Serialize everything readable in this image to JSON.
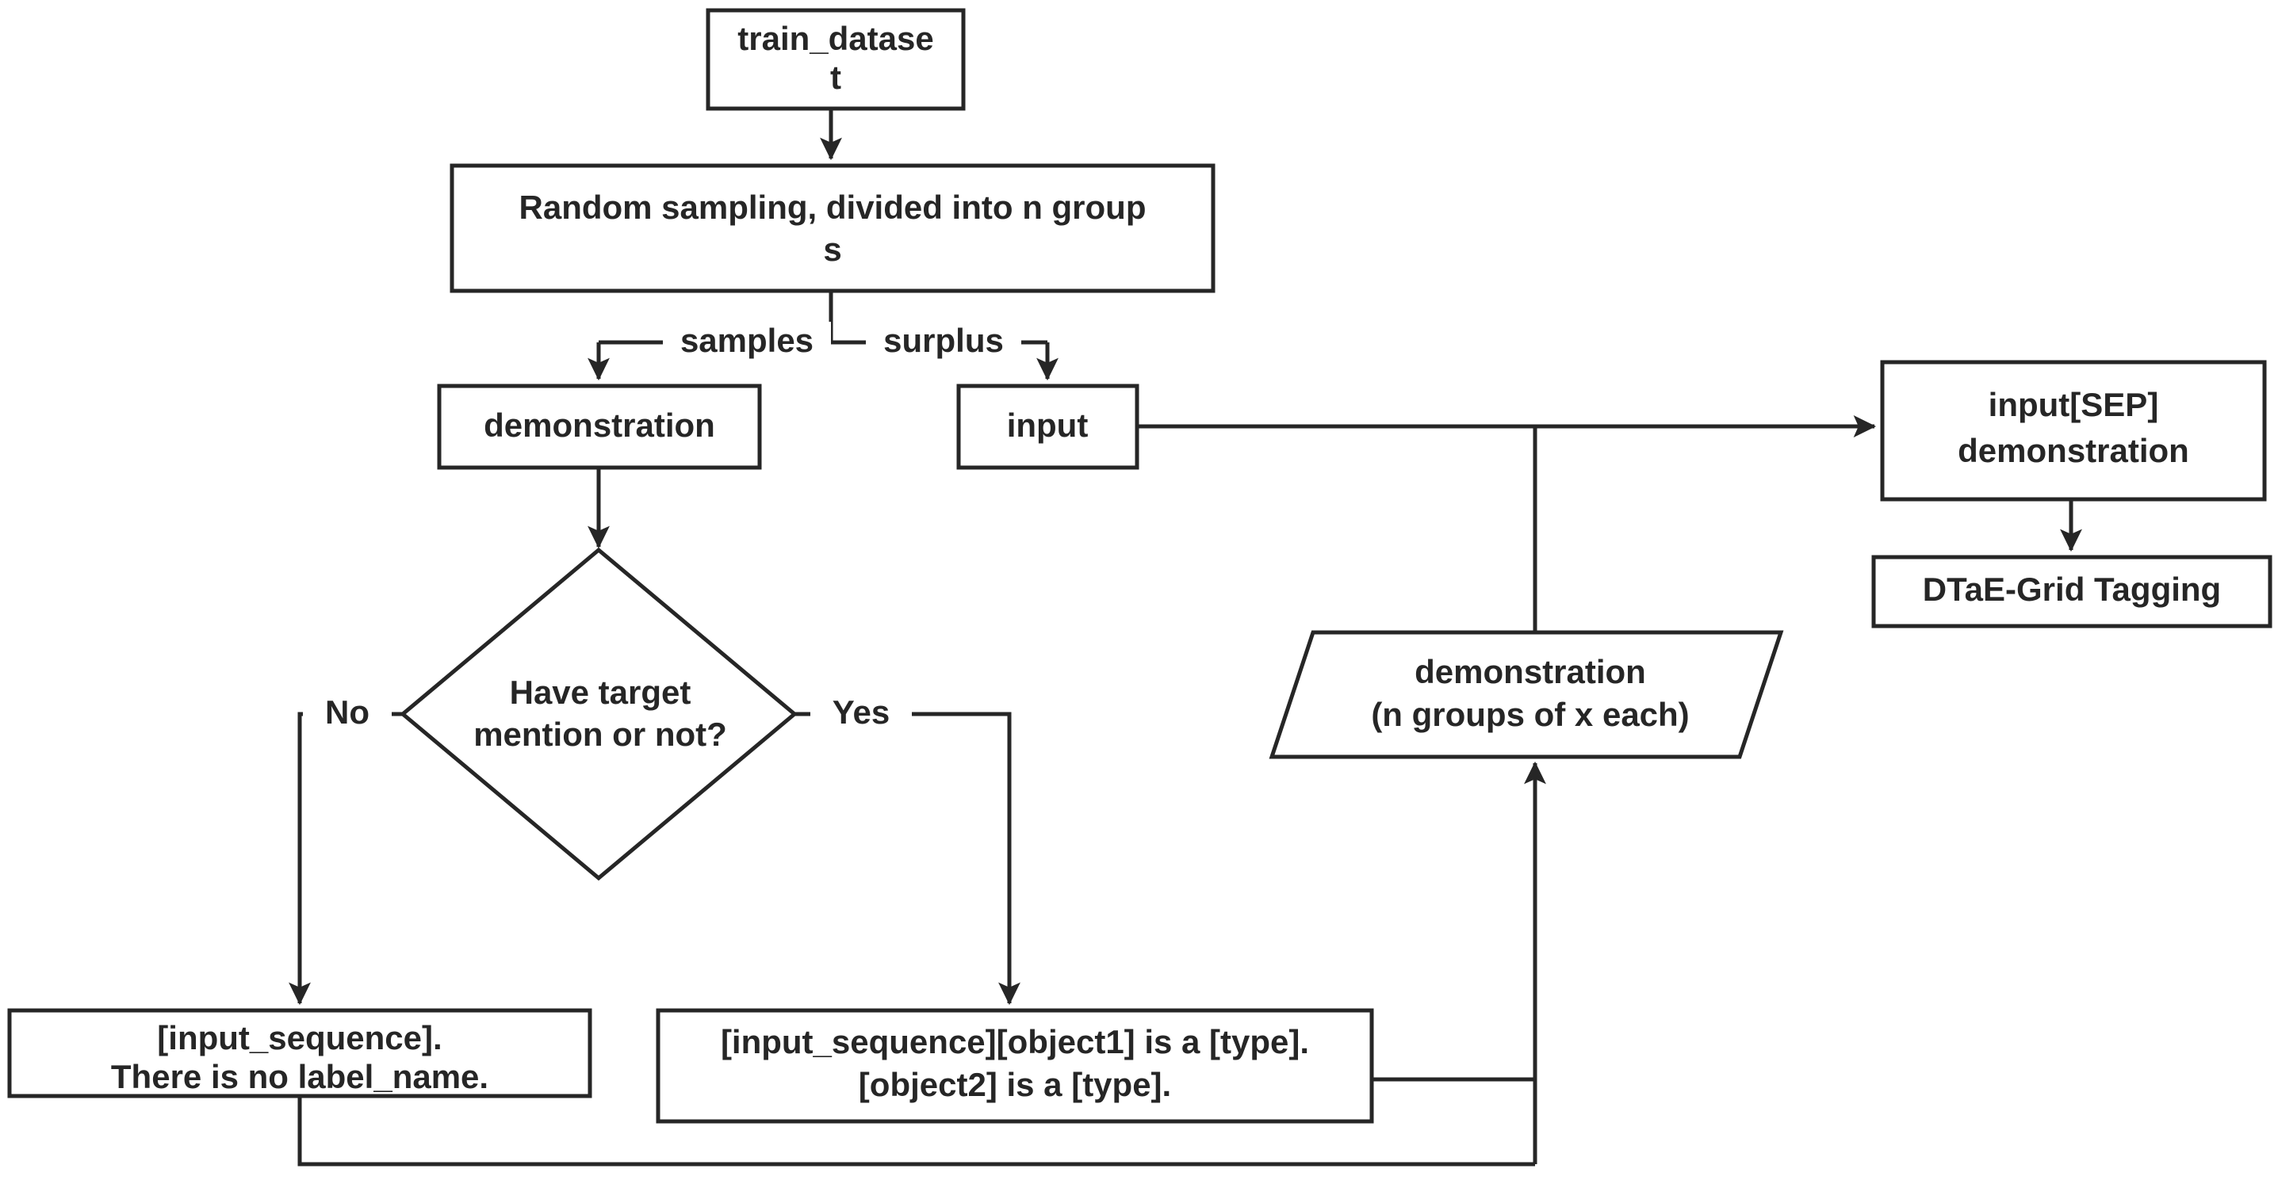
{
  "diagram": {
    "type": "flowchart",
    "title": "Demonstration construction and DTaE-Grid tagging pipeline",
    "colors": {
      "stroke": "#262626",
      "fill": "#ffffff",
      "background": "#ffffff"
    },
    "nodes": [
      {
        "id": "train-dataset",
        "shape": "rectangle",
        "lines": [
          "train_datase",
          "t"
        ],
        "text": "train_dataset"
      },
      {
        "id": "random-sampling",
        "shape": "rectangle",
        "lines": [
          "Random sampling, divided into n group",
          "s"
        ],
        "text": "Random sampling, divided into n groups"
      },
      {
        "id": "demonstration",
        "shape": "rectangle",
        "lines": [
          "demonstration"
        ],
        "text": "demonstration"
      },
      {
        "id": "input",
        "shape": "rectangle",
        "lines": [
          "input"
        ],
        "text": "input"
      },
      {
        "id": "input-sep-demonstration",
        "shape": "rectangle",
        "lines": [
          "input[SEP]",
          "demonstration"
        ],
        "text": "input[SEP] demonstration"
      },
      {
        "id": "dtae-grid-tagging",
        "shape": "rectangle",
        "lines": [
          "DTaE-Grid Tagging"
        ],
        "text": "DTaE-Grid Tagging"
      },
      {
        "id": "have-target-mention",
        "shape": "diamond",
        "lines": [
          "Have target",
          "mention or not?"
        ],
        "text": "Have target mention or not?"
      },
      {
        "id": "no-mention-template",
        "shape": "rectangle",
        "lines": [
          "[input_sequence].",
          "There is no  label_name."
        ],
        "text": "[input_sequence]. There is no  label_name."
      },
      {
        "id": "mention-template",
        "shape": "rectangle",
        "lines": [
          "[input_sequence][object1] is a [type].",
          "[object2] is a [type]."
        ],
        "text": "[input_sequence][object1] is a [type]. [object2] is a [type]."
      },
      {
        "id": "demonstration-groups",
        "shape": "parallelogram",
        "lines": [
          "demonstration",
          "(n groups of x each)"
        ],
        "text": "demonstration (n groups of x each)"
      }
    ],
    "edges": [
      {
        "id": "e1",
        "from": "train-dataset",
        "to": "random-sampling",
        "label": ""
      },
      {
        "id": "e2",
        "from": "random-sampling",
        "to": "demonstration",
        "label": "samples"
      },
      {
        "id": "e3",
        "from": "random-sampling",
        "to": "input",
        "label": "surplus"
      },
      {
        "id": "e4",
        "from": "input",
        "to": "input-sep-demonstration",
        "label": ""
      },
      {
        "id": "e5",
        "from": "input-sep-demonstration",
        "to": "dtae-grid-tagging",
        "label": ""
      },
      {
        "id": "e6",
        "from": "demonstration",
        "to": "have-target-mention",
        "label": ""
      },
      {
        "id": "e7",
        "from": "have-target-mention",
        "to": "no-mention-template",
        "label": "No"
      },
      {
        "id": "e8",
        "from": "have-target-mention",
        "to": "mention-template",
        "label": "Yes"
      },
      {
        "id": "e9",
        "from": "no-mention-template",
        "to": "demonstration-groups",
        "label": ""
      },
      {
        "id": "e10",
        "from": "mention-template",
        "to": "demonstration-groups",
        "label": ""
      },
      {
        "id": "e11",
        "from": "demonstration-groups",
        "to": "input-sep-demonstration",
        "label": ""
      }
    ],
    "edge_labels": {
      "samples": "samples",
      "surplus": "surplus",
      "no": "No",
      "yes": "Yes"
    }
  }
}
